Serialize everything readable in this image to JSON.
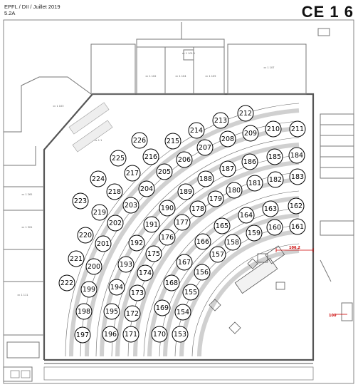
{
  "header": {
    "line1": "EPFL / DII / Juillet 2019",
    "line2": "5.2A",
    "title": "CE 1 6"
  },
  "annotations": {
    "a1": "106.2",
    "a2": "100"
  },
  "rooms": [
    "cc 1 103",
    "cc 1 101 1",
    "cc 1 102",
    "cc 1 104",
    "cc 1 105",
    "cc 1 107",
    "cc 1 261",
    "cc 1 301",
    "cc 1 1",
    "cc 1 111"
  ],
  "seats": [
    "153",
    "154",
    "155",
    "156",
    "157",
    "158",
    "159",
    "160",
    "161",
    "162",
    "163",
    "164",
    "165",
    "166",
    "167",
    "168",
    "169",
    "170",
    "171",
    "172",
    "173",
    "174",
    "175",
    "176",
    "177",
    "178",
    "179",
    "180",
    "181",
    "182",
    "183",
    "184",
    "185",
    "186",
    "187",
    "188",
    "189",
    "190",
    "191",
    "192",
    "193",
    "194",
    "195",
    "196",
    "197",
    "198",
    "199",
    "200",
    "201",
    "202",
    "203",
    "204",
    "205",
    "206",
    "207",
    "208",
    "209",
    "210",
    "211",
    "212",
    "213",
    "214",
    "215",
    "216",
    "217",
    "218",
    "219",
    "220",
    "221",
    "222",
    "223",
    "224",
    "225",
    "226"
  ]
}
